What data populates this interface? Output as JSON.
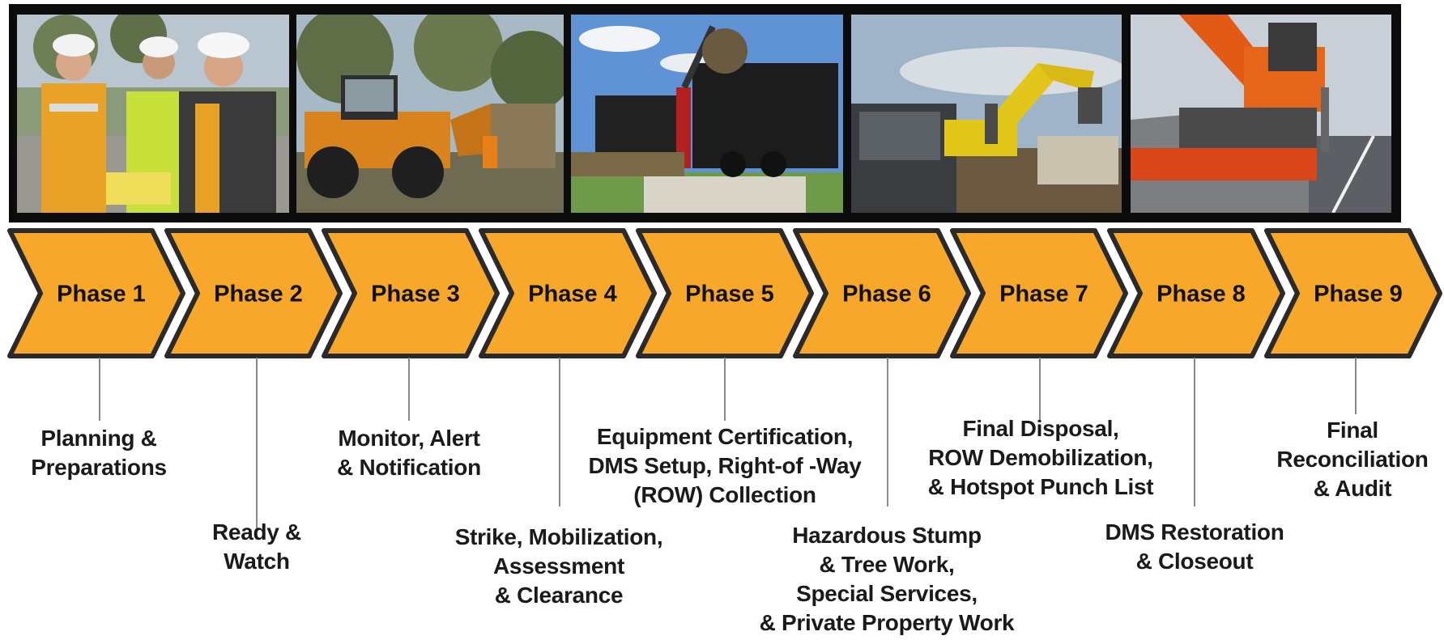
{
  "photos": [
    {
      "icon": "engineers-in-safety-vests-photo"
    },
    {
      "icon": "wheel-loader-clearing-trees-photo"
    },
    {
      "icon": "grapple-truck-loading-debris-photo"
    },
    {
      "icon": "excavator-at-debris-site-photo"
    },
    {
      "icon": "excavator-on-trailer-photo"
    }
  ],
  "phases": [
    {
      "label": "Phase 1",
      "desc_lines": [
        "Planning &",
        "Preparations"
      ]
    },
    {
      "label": "Phase 2",
      "desc_lines": [
        "Ready &",
        "Watch"
      ]
    },
    {
      "label": "Phase 3",
      "desc_lines": [
        "Monitor, Alert",
        "& Notification"
      ]
    },
    {
      "label": "Phase 4",
      "desc_lines": [
        "Strike, Mobilization,",
        "Assessment",
        "& Clearance"
      ]
    },
    {
      "label": "Phase 5",
      "desc_lines": [
        "Equipment Certification,",
        "DMS Setup, Right-of -Way",
        "(ROW) Collection"
      ]
    },
    {
      "label": "Phase 6",
      "desc_lines": [
        "Hazardous Stump",
        "& Tree Work,",
        "Special Services,",
        "& Private Property Work"
      ]
    },
    {
      "label": "Phase 7",
      "desc_lines": [
        "Final Disposal,",
        "ROW Demobilization,",
        "& Hotspot Punch List"
      ]
    },
    {
      "label": "Phase 8",
      "desc_lines": [
        "DMS Restoration",
        "& Closeout"
      ]
    },
    {
      "label": "Phase 9",
      "desc_lines": [
        "Final",
        "Reconciliation",
        "& Audit"
      ]
    }
  ],
  "colors": {
    "chevron_fill": "#F7A72A",
    "chevron_stroke": "#2a2a2a",
    "strip_bg": "#0b0b0b",
    "connector": "#8a8a8a",
    "text": "#1a1a1a"
  }
}
